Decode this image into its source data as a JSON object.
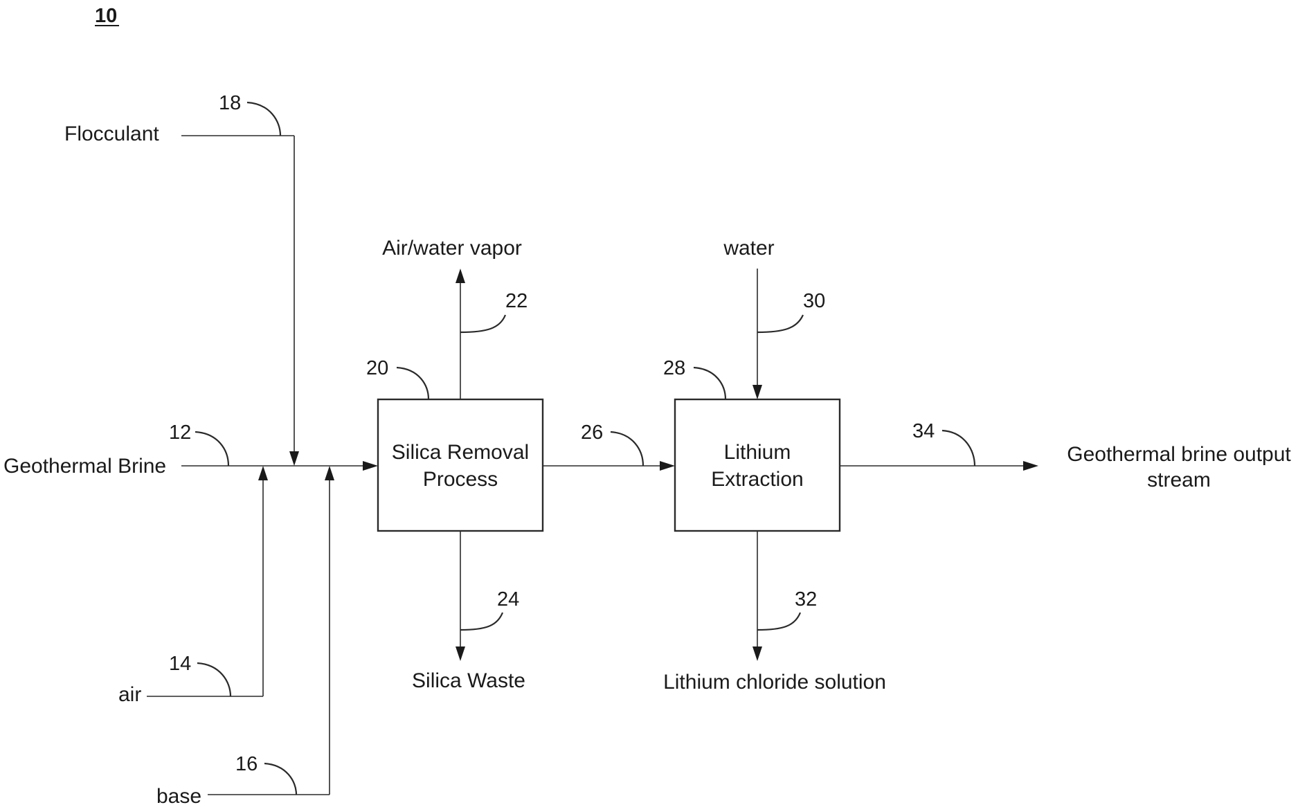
{
  "figure_number": "10",
  "blocks": {
    "silica_removal": {
      "line1": "Silica Removal",
      "line2": "Process",
      "ref": "20"
    },
    "lithium_extraction": {
      "line1": "Lithium",
      "line2": "Extraction",
      "ref": "28"
    }
  },
  "streams": {
    "geothermal_brine": {
      "label": "Geothermal Brine",
      "ref": "12"
    },
    "air": {
      "label": "air",
      "ref": "14"
    },
    "base": {
      "label": "base",
      "ref": "16"
    },
    "flocculant": {
      "label": "Flocculant",
      "ref": "18"
    },
    "air_water_vapor": {
      "label": "Air/water vapor",
      "ref": "22"
    },
    "silica_waste": {
      "label": "Silica Waste",
      "ref": "24"
    },
    "intermediate": {
      "ref": "26"
    },
    "water": {
      "label": "water",
      "ref": "30"
    },
    "lithium_chloride": {
      "label": "Lithium chloride solution",
      "ref": "32"
    },
    "output": {
      "line1": "Geothermal brine output",
      "line2": "stream",
      "ref": "34"
    }
  }
}
